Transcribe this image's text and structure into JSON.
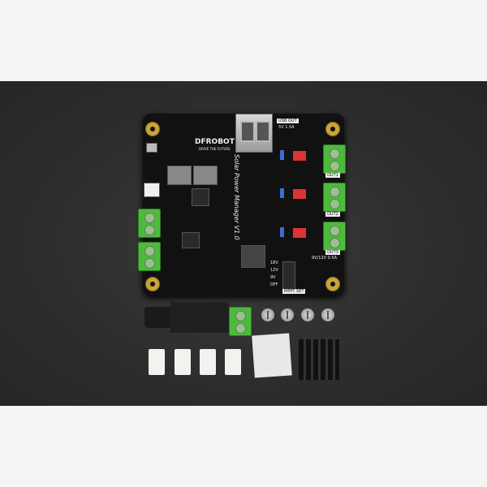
{
  "board": {
    "brand": "DFROBOT",
    "tagline": "DRIVE THE FUTURE",
    "title": "Solar Power Manager V1.0",
    "usb_label": "USB OUT",
    "usb_rating": "5V 1.5A",
    "outputs": [
      "OUT1",
      "OUT2",
      "OUT3"
    ],
    "out3_rating": "9V/12V 0.5A",
    "mppt_options": [
      "18V",
      "12V",
      "9V",
      "OFF"
    ],
    "mppt_label": "MPPT SET"
  },
  "colors": {
    "pcb": "#111111",
    "terminal": "#4cbb3c",
    "pad": "#c9a43a"
  }
}
